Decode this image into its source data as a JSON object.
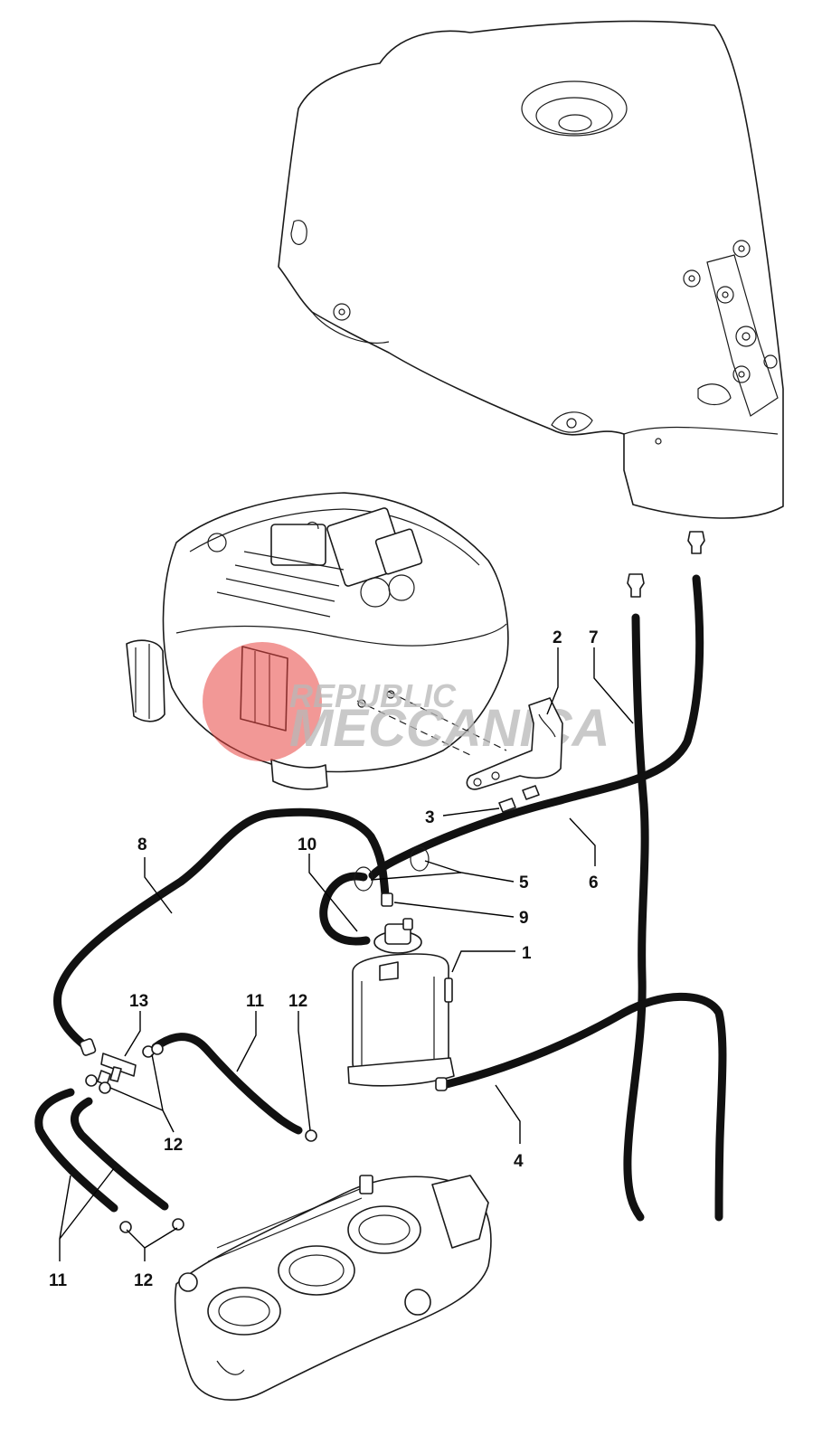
{
  "diagram": {
    "callouts": [
      "1",
      "2",
      "3",
      "4",
      "5",
      "6",
      "7",
      "8",
      "9",
      "10",
      "11",
      "12",
      "13"
    ],
    "callout_12_label": "12",
    "callout_11_label": "11",
    "watermark_line1": "REPUBLIC",
    "watermark_line2": "MECCANICA"
  },
  "colors": {
    "line": "#1a1a1a",
    "hose": "#111111",
    "watermark_red": "#e8433f",
    "watermark_gray": "#b8b8b8"
  },
  "icons": {
    "watermark_logo": "red-circle-logo-icon"
  }
}
